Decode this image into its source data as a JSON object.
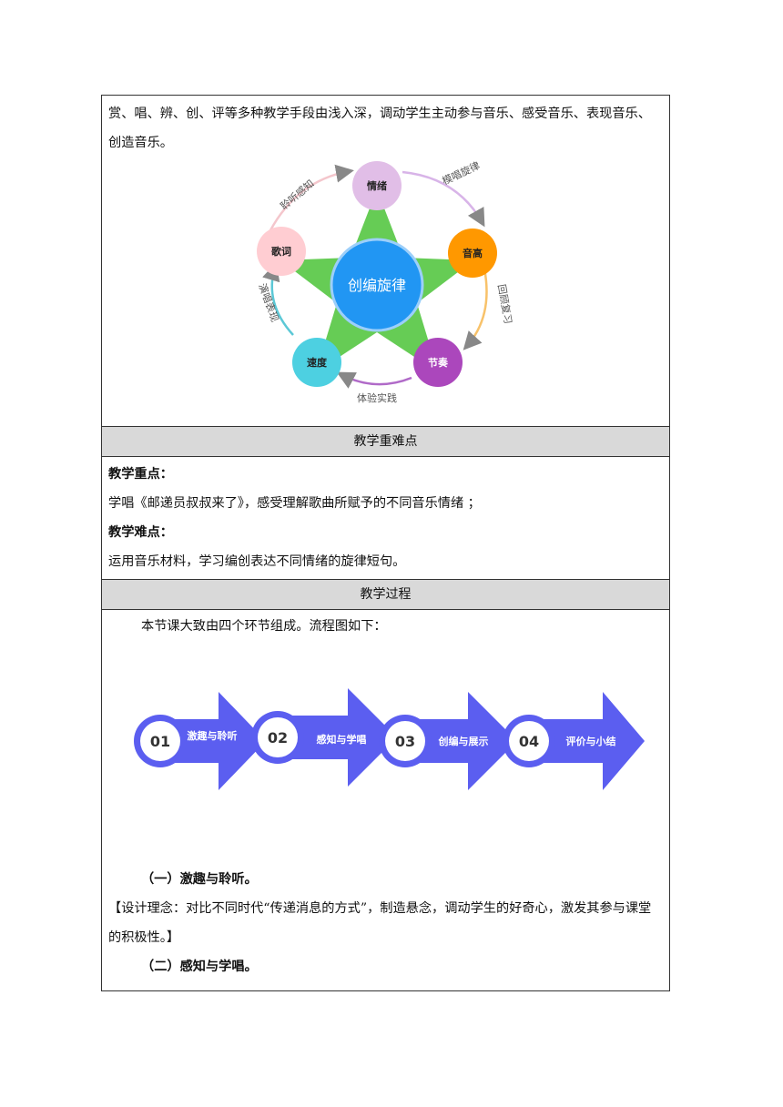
{
  "intro_text": "赏、唱、辨、创、评等多种教学手段由浅入深，调动学生主动参与音乐、感受音乐、表现音乐、创造音乐。",
  "diagram1": {
    "center": "创编旋律",
    "nodes": {
      "top": "情绪",
      "right": "音高",
      "bottom_right": "节奏",
      "bottom_left": "速度",
      "left": "歌词"
    },
    "arrows": {
      "top_right": "模唱旋律",
      "right_down": "回顾复习",
      "bottom": "体验实践",
      "left_up": "演唱表现",
      "top_left": "聆听感知"
    },
    "colors": {
      "center": "#2196f3",
      "star": "#66cc55",
      "top": "#e1bee7",
      "right": "#ff9800",
      "bottom_right": "#ab47bc",
      "bottom_left": "#4dd0e1",
      "left": "#ffcdd2"
    }
  },
  "section_difficulty": {
    "header": "教学重难点",
    "key_label": "教学重点：",
    "key_text": "学唱《邮递员叔叔来了》，感受理解歌曲所赋予的不同音乐情绪 ；",
    "hard_label": "教学难点：",
    "hard_text": "运用音乐材料，学习编创表达不同情绪的旋律短句。"
  },
  "section_process": {
    "header": "教学过程",
    "intro": "本节课大致由四个环节组成。流程图如下：",
    "flow_steps": [
      {
        "num": "01",
        "label": "激趣与聆听"
      },
      {
        "num": "02",
        "label": "感知与学唱"
      },
      {
        "num": "03",
        "label": "创编与展示"
      },
      {
        "num": "04",
        "label": "评价与小结"
      }
    ],
    "flow_color": "#5b5ef0",
    "part1_title": "（一）激趣与聆听。",
    "part1_note": "【设计理念：对比不同时代“传递消息的方式”，制造悬念，调动学生的好奇心，激发其参与课堂的积极性。】",
    "part2_title": "（二）感知与学唱。"
  }
}
